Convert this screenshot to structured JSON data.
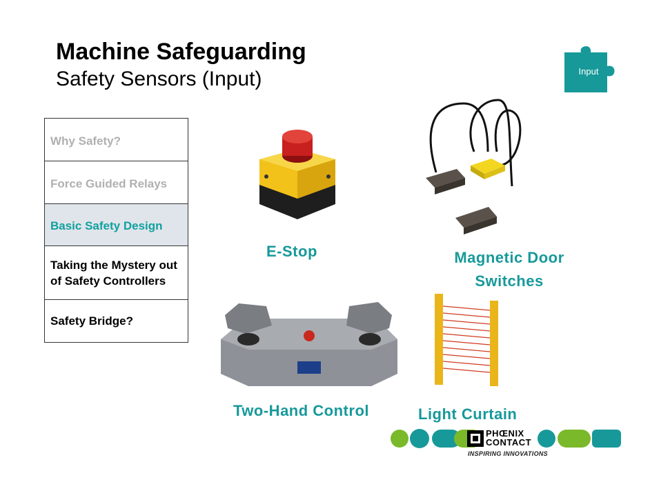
{
  "slide": {
    "title": "Machine Safeguarding",
    "subtitle": "Safety Sensors (Input)",
    "badge": "Input"
  },
  "nav": {
    "items": [
      {
        "label": "Why Safety?"
      },
      {
        "label": "Force Guided Relays"
      },
      {
        "label": "Basic Safety Design"
      },
      {
        "label": "Taking the Mystery out of Safety Controllers"
      },
      {
        "label": "Safety Bridge?"
      }
    ]
  },
  "products": {
    "estop": "E-Stop",
    "magnetic_line1": "Magnetic Door",
    "magnetic_line2": "Switches",
    "two_hand": "Two-Hand Control",
    "light_curtain": "Light Curtain"
  },
  "brand": {
    "logo_text_1": "PHŒNIX",
    "logo_text_2": "CONTACT",
    "tagline": "INSPIRING INNOVATIONS",
    "teal": "#17999a",
    "green": "#7ab929"
  }
}
